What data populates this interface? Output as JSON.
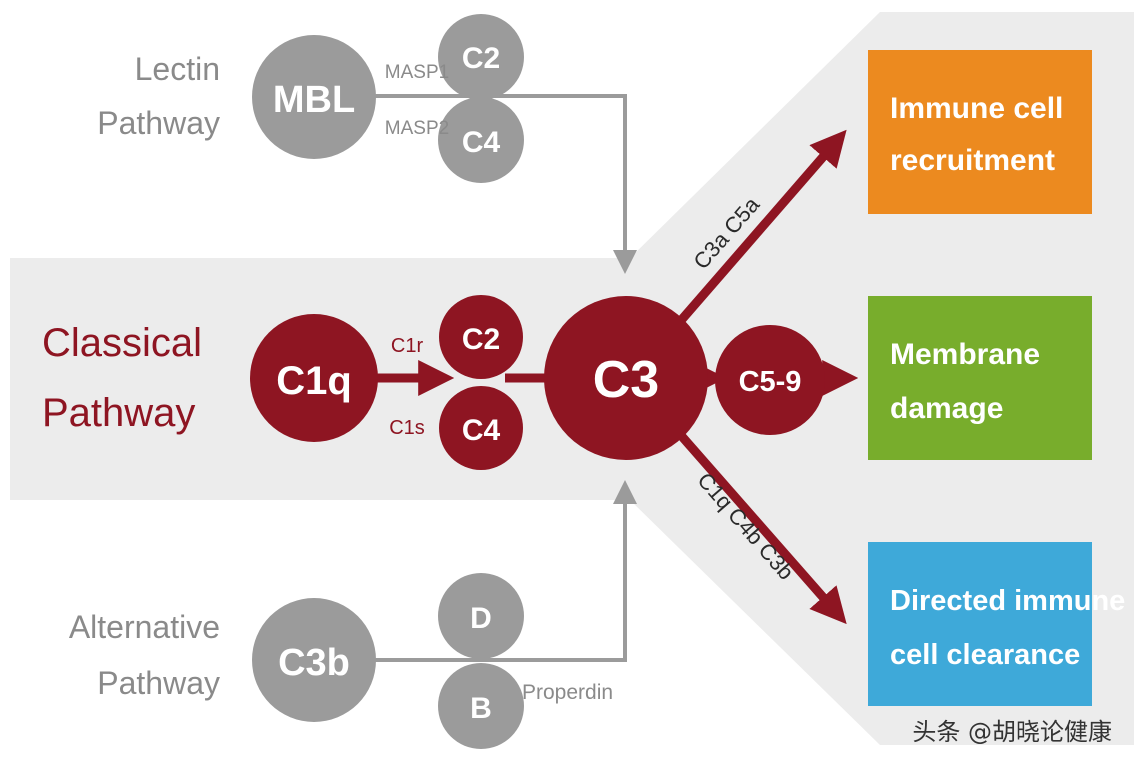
{
  "colors": {
    "classical": "#8e1522",
    "gray_node": "#9b9b9b",
    "gray_text": "#8a8a8a",
    "band": "#ececec",
    "outcome_orange": "#ec8a1f",
    "outcome_green": "#78ad2c",
    "outcome_blue": "#3ea9d9"
  },
  "lectin": {
    "label_line1": "Lectin",
    "label_line2": "Pathway",
    "mbl": "MBL",
    "c2": "C2",
    "c4": "C4",
    "masp1": "MASP1",
    "masp2": "MASP2"
  },
  "classical": {
    "label_line1": "Classical",
    "label_line2": "Pathway",
    "c1q": "C1q",
    "c1r": "C1r",
    "c1s": "C1s",
    "c2": "C2",
    "c4": "C4"
  },
  "alternative": {
    "label_line1": "Alternative",
    "label_line2": "Pathway",
    "c3b": "C3b",
    "d": "D",
    "b": "B",
    "properdin": "Properdin"
  },
  "central": {
    "c3": "C3",
    "c59": "C5-9"
  },
  "products": {
    "upper": "C3a  C5a",
    "lower": "C1q  C4b  C3b"
  },
  "outcomes": {
    "recruitment_line1": "Immune cell",
    "recruitment_line2": "recruitment",
    "membrane_line1": "Membrane",
    "membrane_line2": "damage",
    "clearance_line1": "Directed immune",
    "clearance_line2": "cell clearance"
  },
  "watermark": "头条 @胡晓论健康"
}
